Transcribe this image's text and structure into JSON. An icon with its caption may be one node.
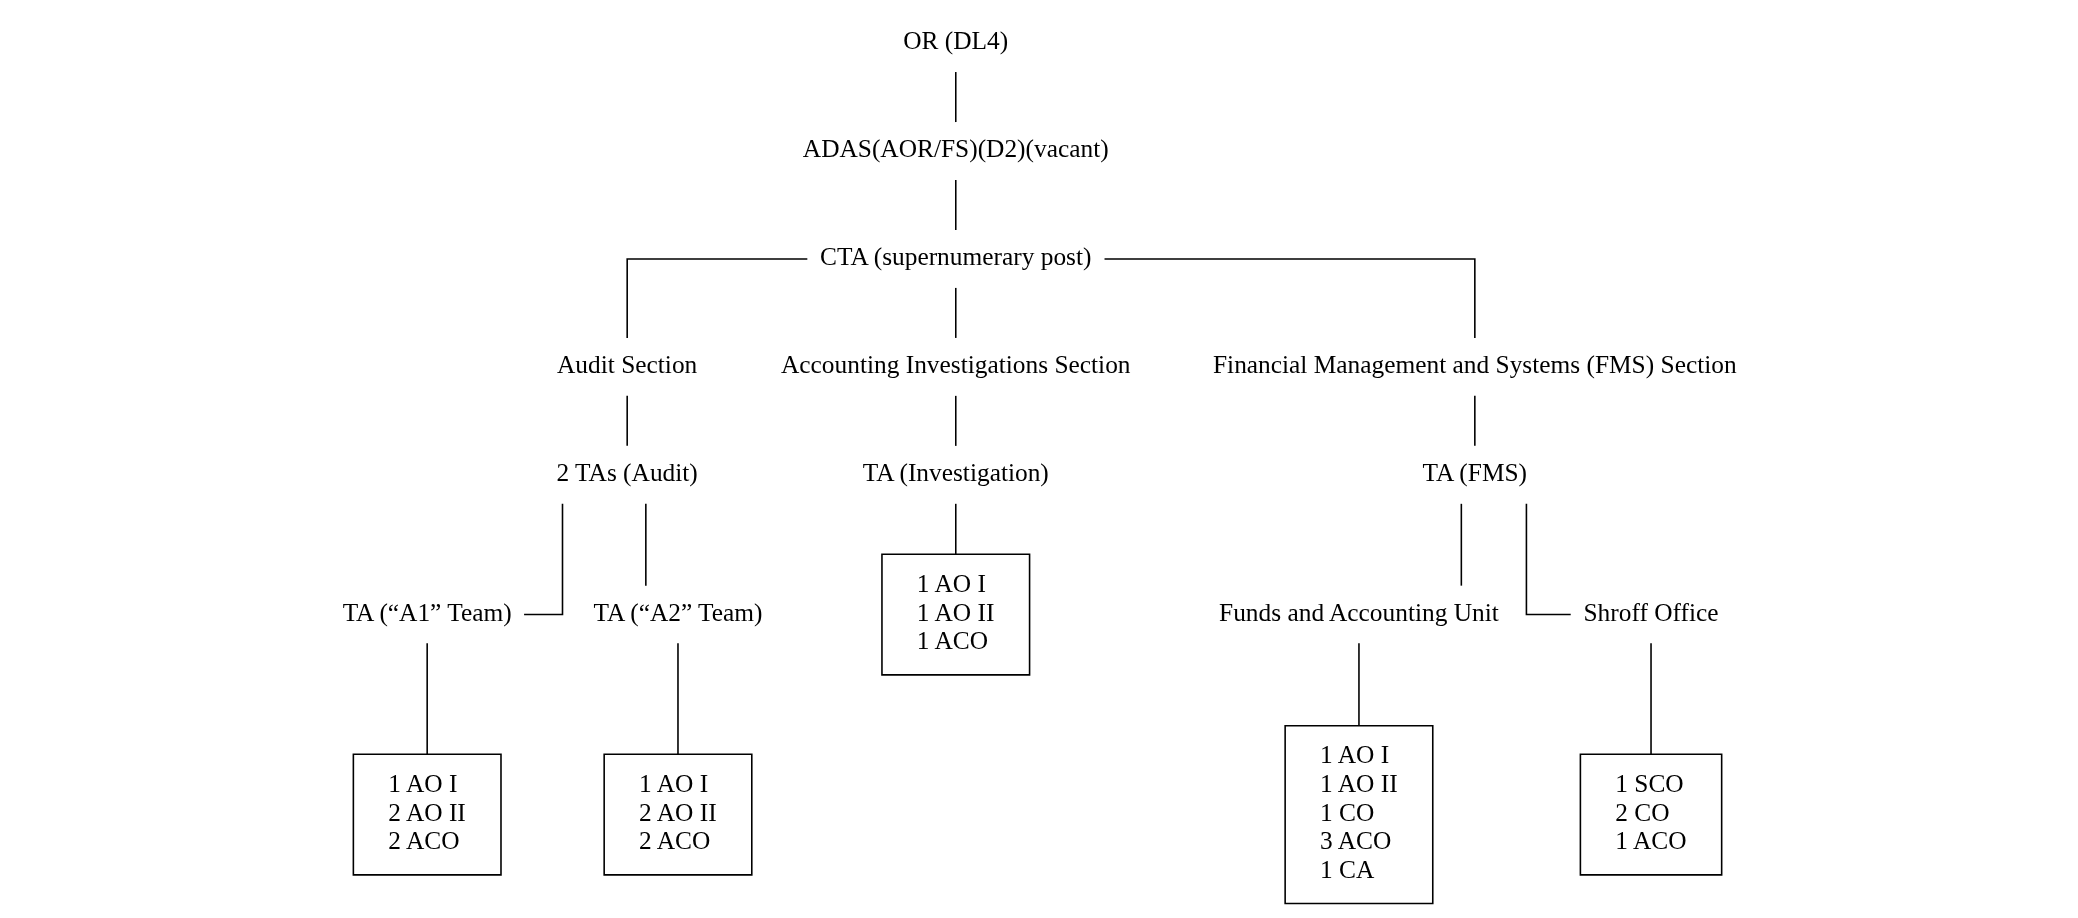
{
  "diagram": {
    "nodes": [
      {
        "text": [
          "OR (DL4)"
        ]
      },
      {
        "text": [
          "ADAS(AOR/FS)(D2)(vacant)"
        ]
      },
      {
        "text": [
          "CTA (supernumerary post)"
        ]
      },
      {
        "text": [
          "Audit Section"
        ]
      },
      {
        "text": [
          "Accounting Investigations Section"
        ]
      },
      {
        "text": [
          "Financial Management and Systems (FMS) Section"
        ]
      },
      {
        "text": [
          "2 TAs (Audit)"
        ]
      },
      {
        "text": [
          "TA (Investigation)"
        ]
      },
      {
        "text": [
          "TA (FMS)"
        ]
      },
      {
        "text": [
          "TA (“A1” Team)"
        ]
      },
      {
        "text": [
          "TA (“A2” Team)"
        ]
      },
      {
        "text": [
          "Funds and Accounting Unit"
        ]
      },
      {
        "text": [
          "Shroff Office"
        ]
      },
      {
        "text": [
          "1 AO I",
          "2 AO II",
          "2 ACO"
        ]
      },
      {
        "text": [
          "1 AO I",
          "2 AO II",
          "2 ACO"
        ]
      },
      {
        "text": [
          "1 AO I",
          "1 AO II",
          "1 ACO"
        ]
      },
      {
        "text": [
          "1 AO I",
          "1 AO II",
          "1 CO",
          "3 ACO",
          "1 CA"
        ]
      },
      {
        "text": [
          "1 SCO",
          "2 CO",
          "1 ACO"
        ]
      }
    ],
    "edges": [
      {
        "from": 0,
        "to": 1,
        "arrow": "none"
      },
      {
        "from": 1,
        "to": 2,
        "arrow": "none"
      },
      {
        "from": 2,
        "to": 3,
        "arrow": "none"
      },
      {
        "from": 2,
        "to": 4,
        "arrow": "none"
      },
      {
        "from": 2,
        "to": 5,
        "arrow": "none"
      },
      {
        "from": 3,
        "to": 6,
        "arrow": "none"
      },
      {
        "from": 4,
        "to": 7,
        "arrow": "none"
      },
      {
        "from": 5,
        "to": 8,
        "arrow": "none"
      },
      {
        "from": 6,
        "to": 9,
        "arrow": "none"
      },
      {
        "from": 6,
        "to": 10,
        "arrow": "none"
      },
      {
        "from": 9,
        "to": 13,
        "arrow": "none"
      },
      {
        "from": 10,
        "to": 14,
        "arrow": "none"
      },
      {
        "from": 7,
        "to": 15,
        "arrow": "none"
      },
      {
        "from": 8,
        "to": 11,
        "arrow": "none"
      },
      {
        "from": 8,
        "to": 12,
        "arrow": "none"
      },
      {
        "from": 11,
        "to": 16,
        "arrow": "none"
      },
      {
        "from": 12,
        "to": 17,
        "arrow": "none"
      }
    ]
  }
}
